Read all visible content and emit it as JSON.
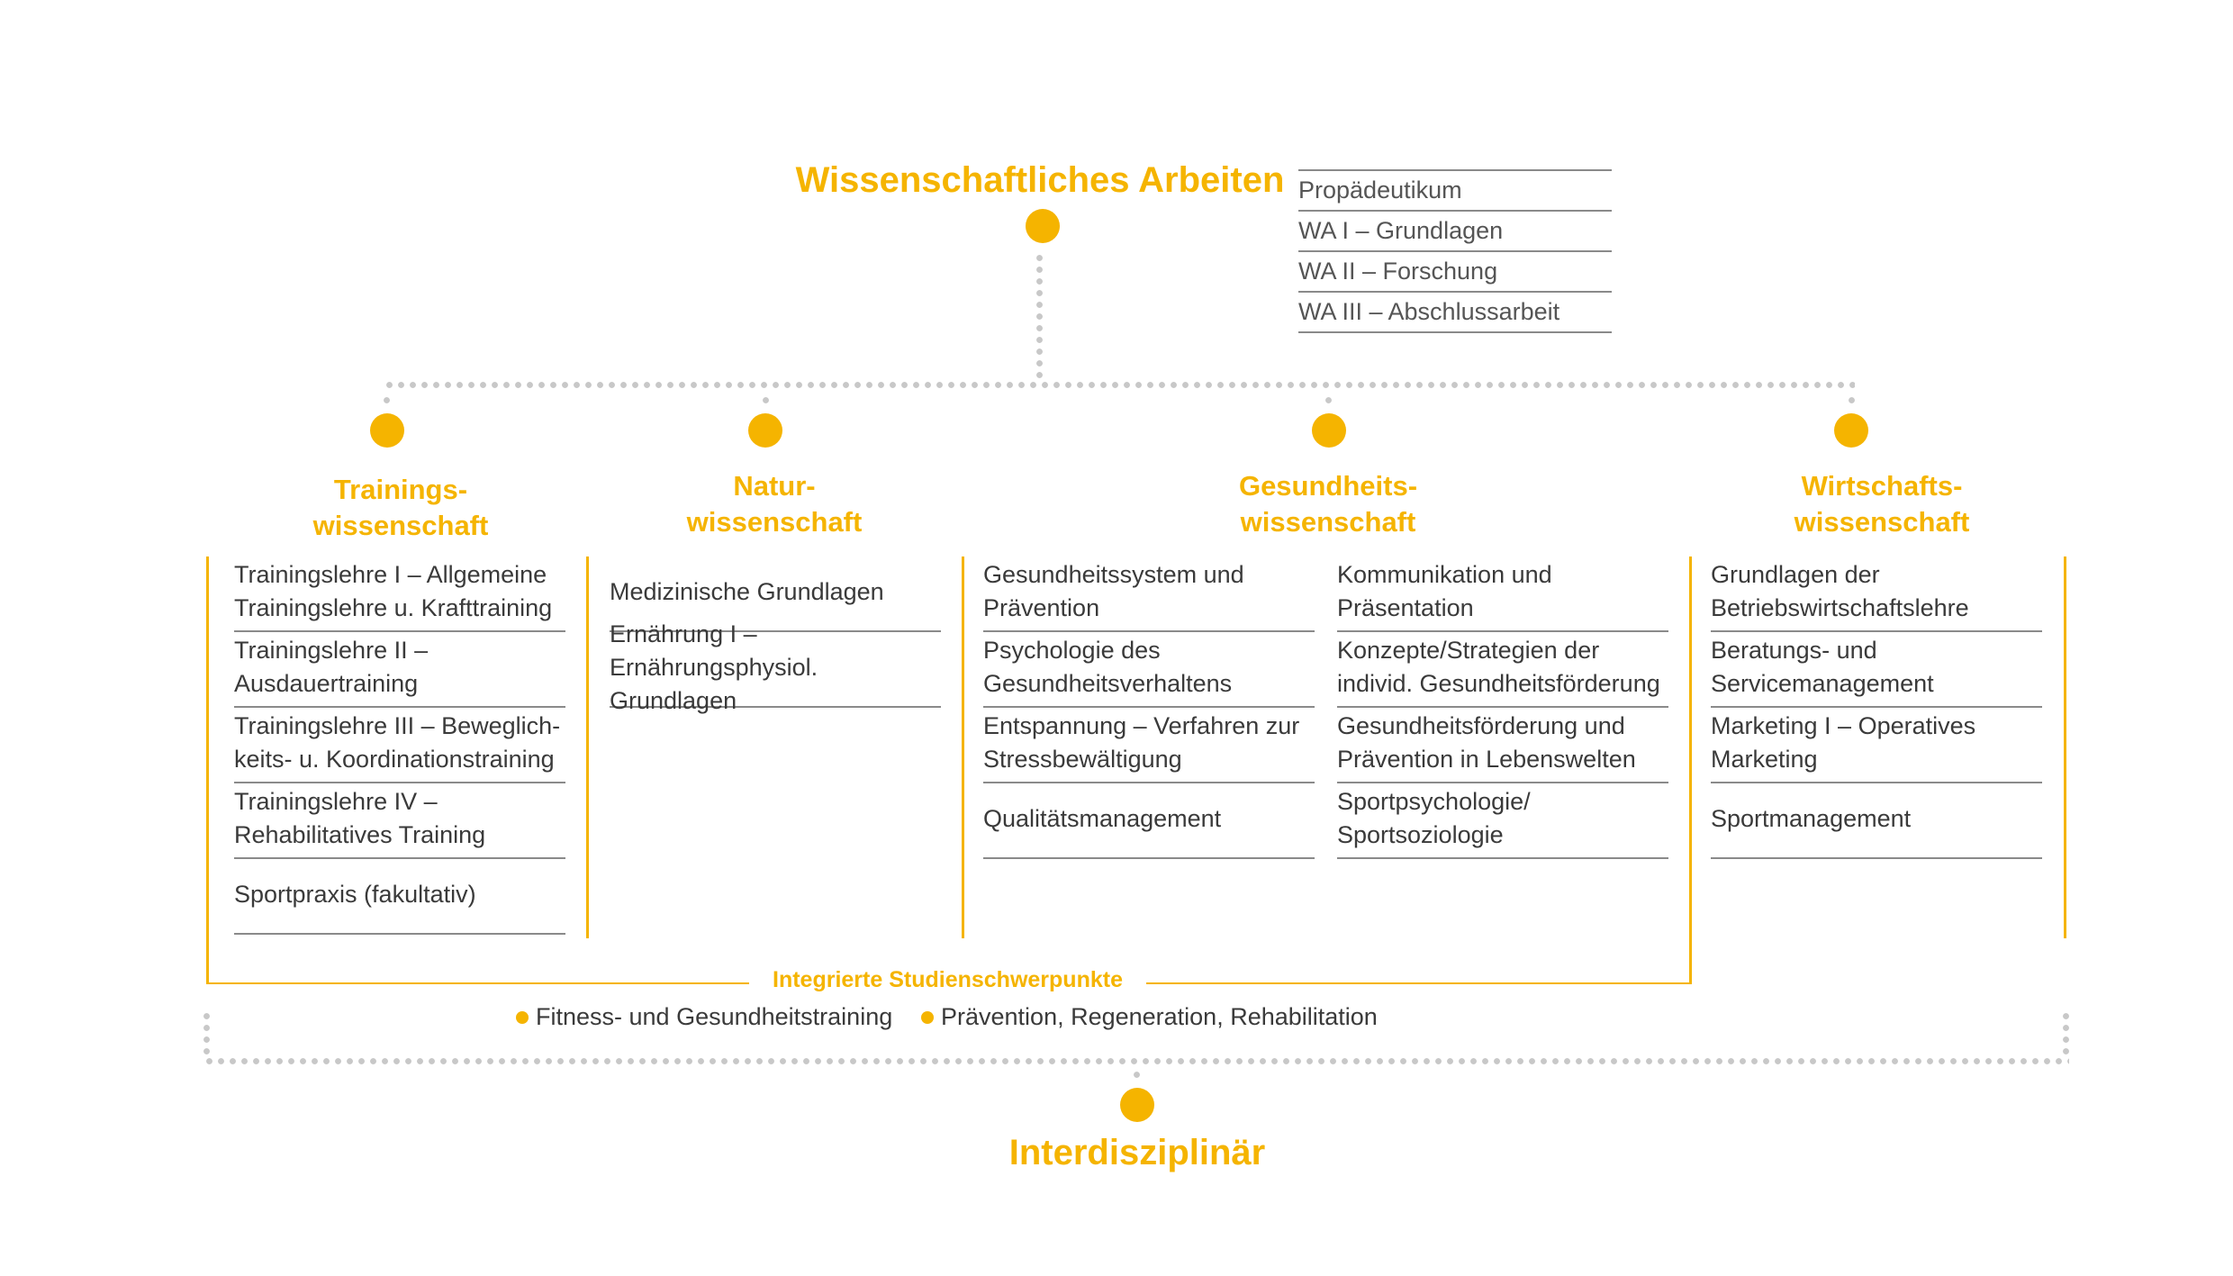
{
  "top": {
    "title": "Wissenschaftliches Arbeiten",
    "items": [
      "Propädeutikum",
      "WA I – Grundlagen",
      "WA II – Forschung",
      "WA III – Abschlussarbeit"
    ]
  },
  "columns": [
    {
      "title_line1": "Trainings-",
      "title_line2": "wissenschaft",
      "items": [
        "Trainingslehre I – Allgemeine Trainingslehre u. Krafttraining",
        "Trainingslehre II – Ausdauertraining",
        "Trainingslehre III – Beweglich-keits- u. Koordinationstraining",
        "Trainingslehre IV – Rehabilitatives Training",
        "Sportpraxis (fakultativ)"
      ]
    },
    {
      "title_line1": "Natur-",
      "title_line2": "wissenschaft",
      "items": [
        "Medizinische Grundlagen",
        "Ernährung I – Ernährungsphysiol. Grundlagen"
      ]
    },
    {
      "title_line1": "Gesundheits-",
      "title_line2": "wissenschaft",
      "items_left": [
        "Gesundheitssystem und Prävention",
        "Psychologie des Gesundheitsverhaltens",
        "Entspannung – Verfahren zur Stressbewältigung",
        "Qualitätsmanagement"
      ],
      "items_right": [
        "Kommunikation und Präsentation",
        "Konzepte/Strategien der individ. Gesundheitsförderung",
        "Gesundheitsförderung und Prävention in Lebenswelten",
        "Sportpsychologie/ Sportsoziologie"
      ]
    },
    {
      "title_line1": "Wirtschafts-",
      "title_line2": "wissenschaft",
      "items": [
        "Grundlagen der Betriebswirtschaftslehre",
        "Beratungs- und Servicemanagement",
        "Marketing I – Operatives Marketing",
        "Sportmanagement"
      ]
    }
  ],
  "focus": {
    "label": "Integrierte Studienschwerpunkte",
    "items": [
      "Fitness- und Gesundheitstraining",
      "Prävention, Regeneration, Rehabilitation"
    ]
  },
  "bottom": {
    "title": "Interdisziplinär"
  },
  "colors": {
    "accent": "#f5b400",
    "dots": "#c8c8c8",
    "rule": "#8a8a8a"
  }
}
